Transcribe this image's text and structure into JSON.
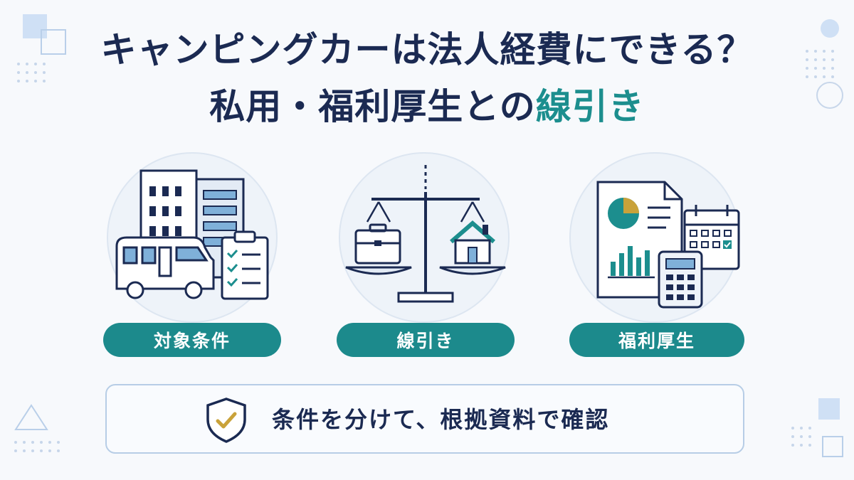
{
  "title": {
    "line1": "キャンピングカーは法人経費にできる？",
    "line2_main": "私用・福利厚生との",
    "line2_accent": "線引き"
  },
  "cards": [
    {
      "label": "対象条件",
      "icon": "camper-building-checklist-icon"
    },
    {
      "label": "線引き",
      "icon": "balance-scale-icon"
    },
    {
      "label": "福利厚生",
      "icon": "document-calendar-calculator-icon"
    }
  ],
  "banner": {
    "text": "条件を分けて、根拠資料で確認",
    "icon": "shield-check-icon"
  },
  "colors": {
    "navy": "#1b2a52",
    "teal": "#1c8e8e",
    "gold": "#c9a23a",
    "background": "#f7f9fc"
  }
}
